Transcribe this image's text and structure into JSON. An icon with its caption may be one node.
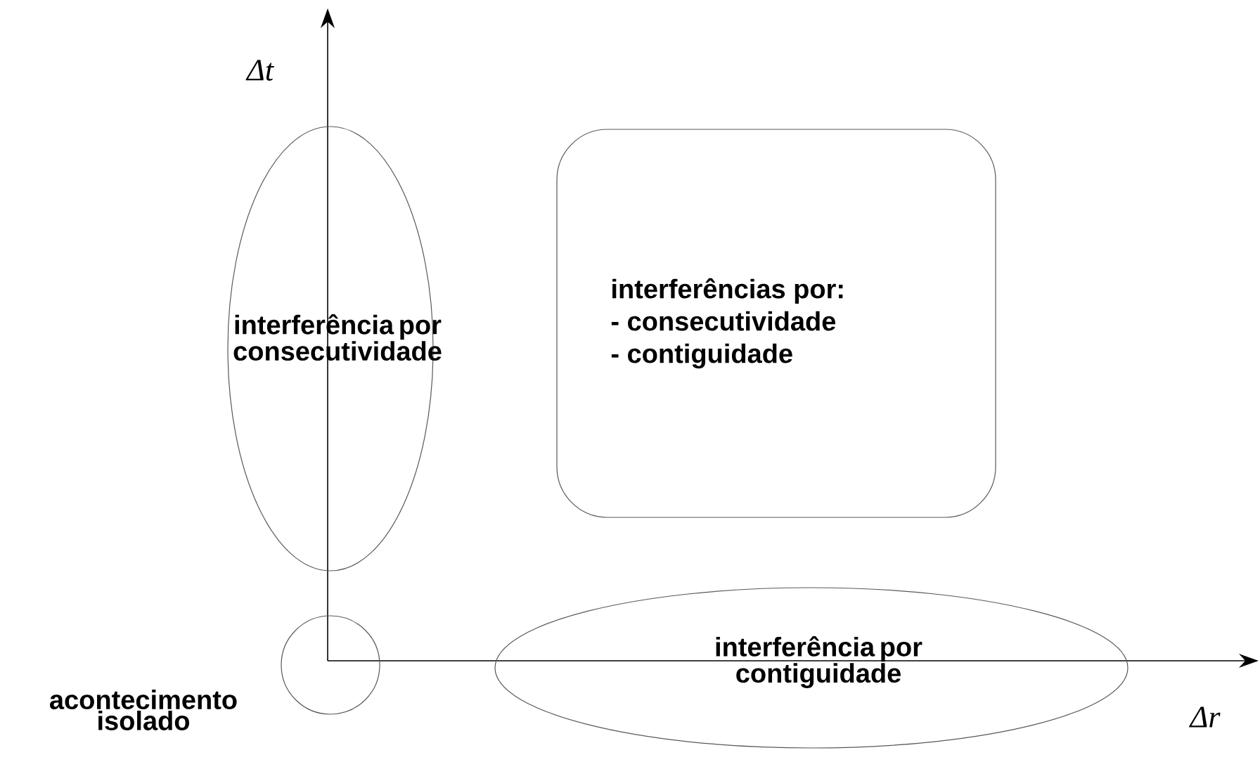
{
  "diagram": {
    "nodes": [
      {
        "text": [
          "interferência por consecutividade"
        ]
      },
      {
        "text": [
          "interferências por:",
          "- consecutividade",
          "- contiguidade"
        ]
      },
      {
        "text": [
          "acontecimento isolado"
        ]
      },
      {
        "text": [
          "interferência por contiguidade"
        ]
      }
    ],
    "labels": [
      "Δt",
      "Δr"
    ]
  }
}
